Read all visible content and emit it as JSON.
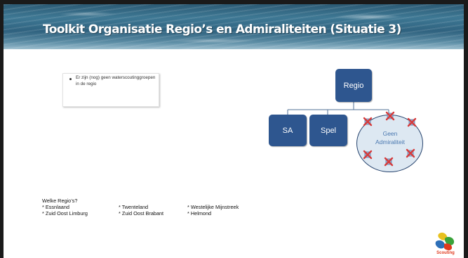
{
  "title": "Toolkit Organisatie Regio’s en Admiraliteiten (Situatie 3)",
  "note": {
    "text": "Er zijn (nog) geen waterscoutinggroepen in de regio"
  },
  "diagram": {
    "root": "Regio",
    "children": [
      "SA",
      "Spel"
    ],
    "crossed_group_label": "Geen Admiraliteit",
    "box_color": "#2e568f",
    "cross_color": "#d63b3b"
  },
  "regios": {
    "heading": "Welke Regio’s?",
    "col1": [
      "* Essnlaand",
      "* Zuid Oost Limburg"
    ],
    "col2": [
      "* Twenteland",
      "* Zuid Oost Brabant"
    ],
    "col3": [
      "* Westelijke Mijnstreek",
      "* Helmond"
    ]
  },
  "logo": {
    "icon": "scouting-logo-icon",
    "text": "Scouting"
  }
}
